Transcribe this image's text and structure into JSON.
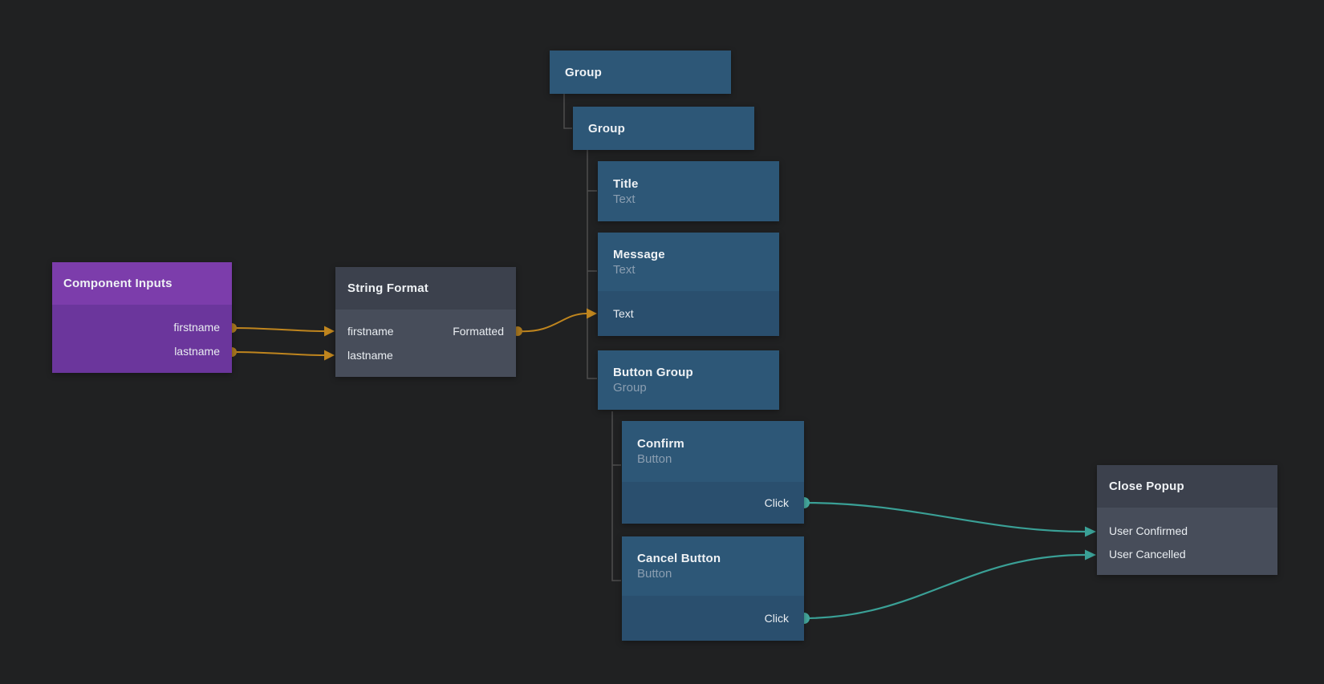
{
  "app": {
    "view": "node-graph-canvas",
    "background_color": "#202122"
  },
  "colors": {
    "signal_wire_orange": "#bf851e",
    "signal_dot_orange": "#a9781f",
    "event_wire_teal": "#3aa096",
    "event_dot_teal": "#46aba0",
    "tree_connector_gray": "#4d4d4d",
    "node_purple_header": "#7c3dab",
    "node_purple_body": "#6b369c",
    "node_gray_header": "#3c414d",
    "node_gray_body": "#474d5a",
    "node_blue_header": "#2d5777",
    "node_blue_port_row": "#2a4f6e"
  },
  "nodes": [
    {
      "id": "component-inputs",
      "title": "Component Inputs",
      "type": "purple",
      "outputs": [
        "firstname",
        "lastname"
      ]
    },
    {
      "id": "string-format",
      "title": "String Format",
      "type": "gray",
      "inputs": [
        "firstname",
        "lastname"
      ],
      "outputs": [
        "Formatted"
      ]
    },
    {
      "id": "group-1",
      "title": "Group",
      "type": "blue"
    },
    {
      "id": "group-2",
      "title": "Group",
      "type": "blue"
    },
    {
      "id": "title-node",
      "title": "Title",
      "subtitle": "Text",
      "type": "blue"
    },
    {
      "id": "message",
      "title": "Message",
      "subtitle": "Text",
      "type": "blue",
      "inputs": [
        "Text"
      ]
    },
    {
      "id": "button-group",
      "title": "Button Group",
      "subtitle": "Group",
      "type": "blue"
    },
    {
      "id": "confirm",
      "title": "Confirm",
      "subtitle": "Button",
      "type": "blue",
      "outputs": [
        "Click"
      ]
    },
    {
      "id": "cancel-button",
      "title": "Cancel Button",
      "subtitle": "Button",
      "type": "blue",
      "outputs": [
        "Click"
      ]
    },
    {
      "id": "close-popup",
      "title": "Close Popup",
      "type": "gray",
      "inputs": [
        "User Confirmed",
        "User Cancelled"
      ]
    }
  ],
  "hierarchy": [
    {
      "parent": "group-1",
      "child": "group-2"
    },
    {
      "parent": "group-2",
      "child": "title-node"
    },
    {
      "parent": "group-2",
      "child": "message"
    },
    {
      "parent": "group-2",
      "child": "button-group"
    },
    {
      "parent": "button-group",
      "child": "confirm"
    },
    {
      "parent": "button-group",
      "child": "cancel-button"
    }
  ],
  "connections": [
    {
      "from": "component-inputs.firstname",
      "to": "string-format.firstname",
      "color": "orange"
    },
    {
      "from": "component-inputs.lastname",
      "to": "string-format.lastname",
      "color": "orange"
    },
    {
      "from": "string-format.Formatted",
      "to": "message.Text",
      "color": "orange"
    },
    {
      "from": "confirm.Click",
      "to": "close-popup.User Confirmed",
      "color": "teal"
    },
    {
      "from": "cancel-button.Click",
      "to": "close-popup.User Cancelled",
      "color": "teal"
    }
  ]
}
